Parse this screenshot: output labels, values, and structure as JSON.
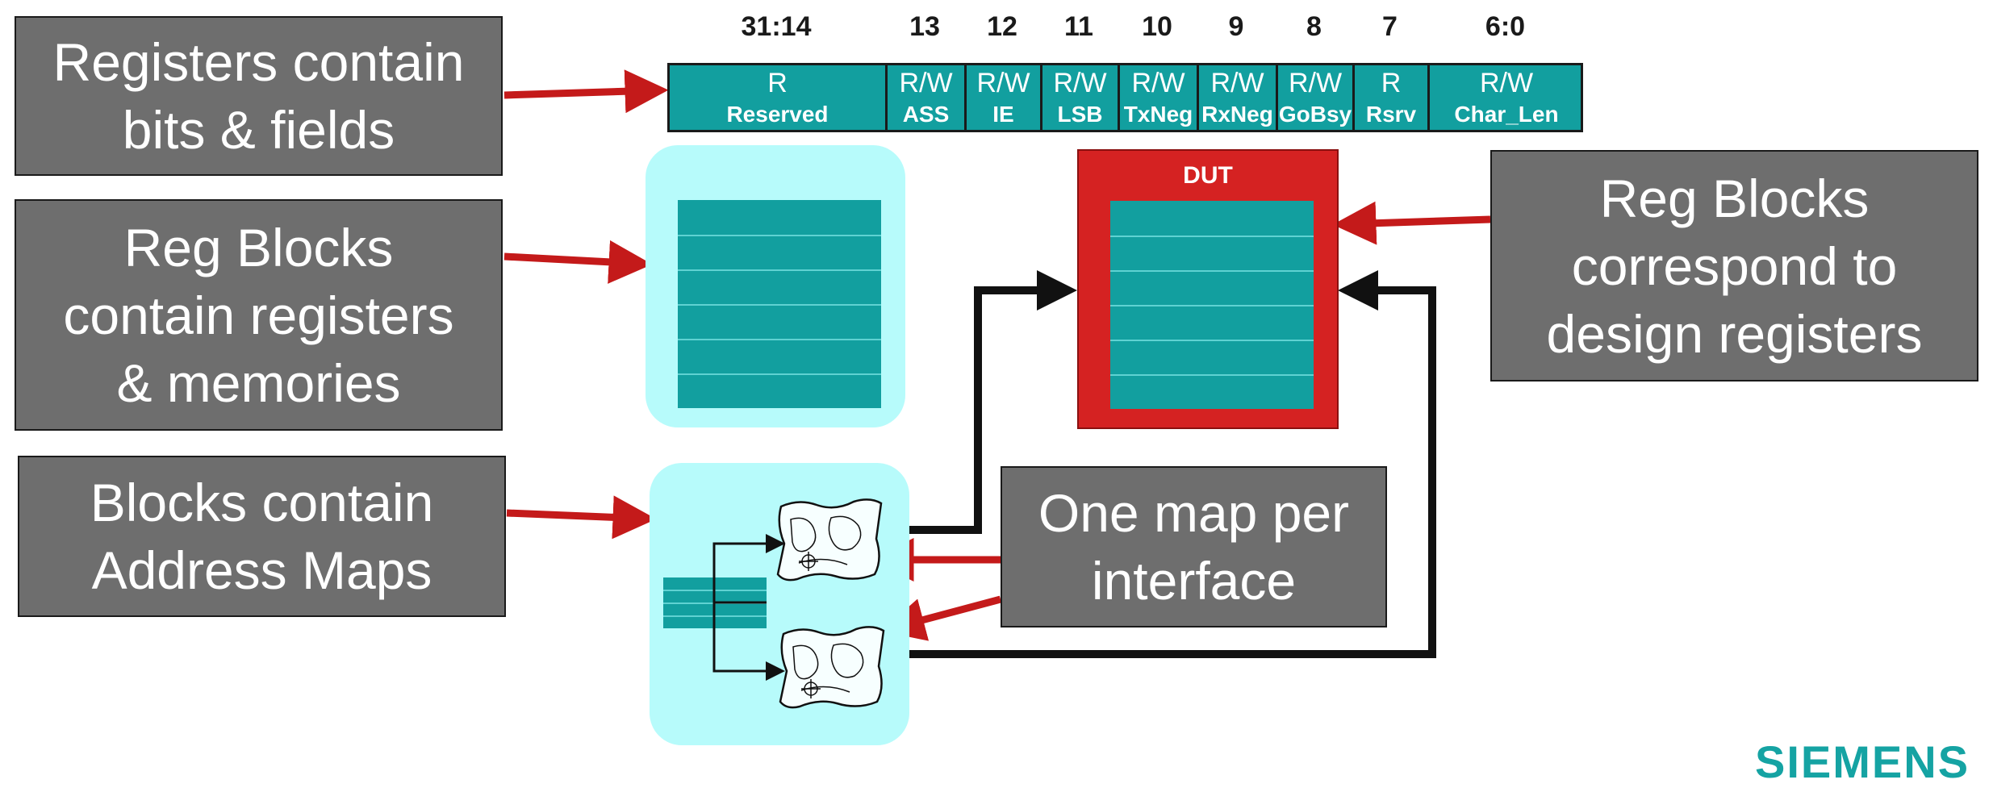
{
  "callouts": {
    "registers": "Registers contain\nbits & fields",
    "reg_blocks": "Reg Blocks\ncontain registers\n& memories",
    "blocks": "Blocks contain\nAddress Maps",
    "map_per_interface": "One map per\ninterface",
    "correspond": "Reg Blocks\ncorrespond to\ndesign registers"
  },
  "register_fields": [
    {
      "bits": "31:14",
      "access": "R",
      "name": "Reserved"
    },
    {
      "bits": "13",
      "access": "R/W",
      "name": "ASS"
    },
    {
      "bits": "12",
      "access": "R/W",
      "name": "IE"
    },
    {
      "bits": "11",
      "access": "R/W",
      "name": "LSB"
    },
    {
      "bits": "10",
      "access": "R/W",
      "name": "TxNeg"
    },
    {
      "bits": "9",
      "access": "R/W",
      "name": "RxNeg"
    },
    {
      "bits": "8",
      "access": "R/W",
      "name": "GoBsy"
    },
    {
      "bits": "7",
      "access": "R",
      "name": "Rsrv"
    },
    {
      "bits": "6:0",
      "access": "R/W",
      "name": "Char_Len"
    }
  ],
  "dut": {
    "label": "DUT"
  },
  "logo": {
    "text": "SIEMENS"
  },
  "colors": {
    "teal": "#129f9f",
    "cyan_panel": "#b7fbfb",
    "callout_gray": "#6e6e6e",
    "arrow_red": "#c41a1a",
    "dut_red": "#d52222"
  },
  "icons": {
    "address_map": "treasure-map-icon"
  }
}
